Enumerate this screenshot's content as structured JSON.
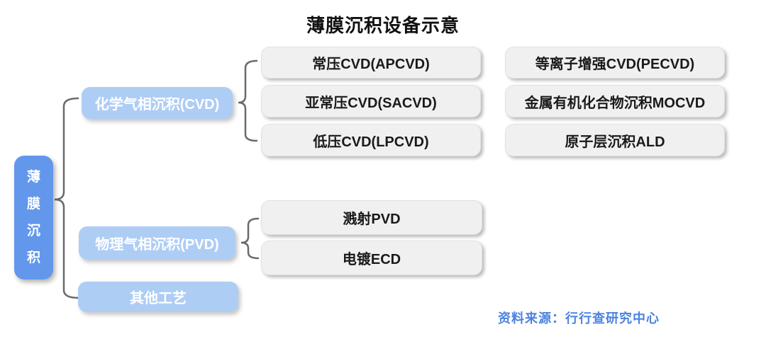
{
  "title": "薄膜沉积设备示意",
  "source_note": "资料来源：行行查研究中心",
  "colors": {
    "root_fill": "#6397EC",
    "branch_fill": "#AECDF5",
    "leaf_fill": "#F1F0F0",
    "title_text": "#111111",
    "source_text": "#4B82DF",
    "brace_stroke": "#6A6A6A"
  },
  "tree": {
    "root_label": "薄膜沉积",
    "branch_cvd": "化学气相沉积(CVD)",
    "branch_pvd": "物理气相沉积(PVD)",
    "branch_other": "其他工艺",
    "cvd_col1": [
      "常压CVD(APCVD)",
      "亚常压CVD(SACVD)",
      "低压CVD(LPCVD)"
    ],
    "cvd_col2": [
      "等离子增强CVD(PECVD)",
      "金属有机化合物沉积MOCVD",
      "原子层沉积ALD"
    ],
    "pvd_children": [
      "溅射PVD",
      "电镀ECD"
    ]
  }
}
